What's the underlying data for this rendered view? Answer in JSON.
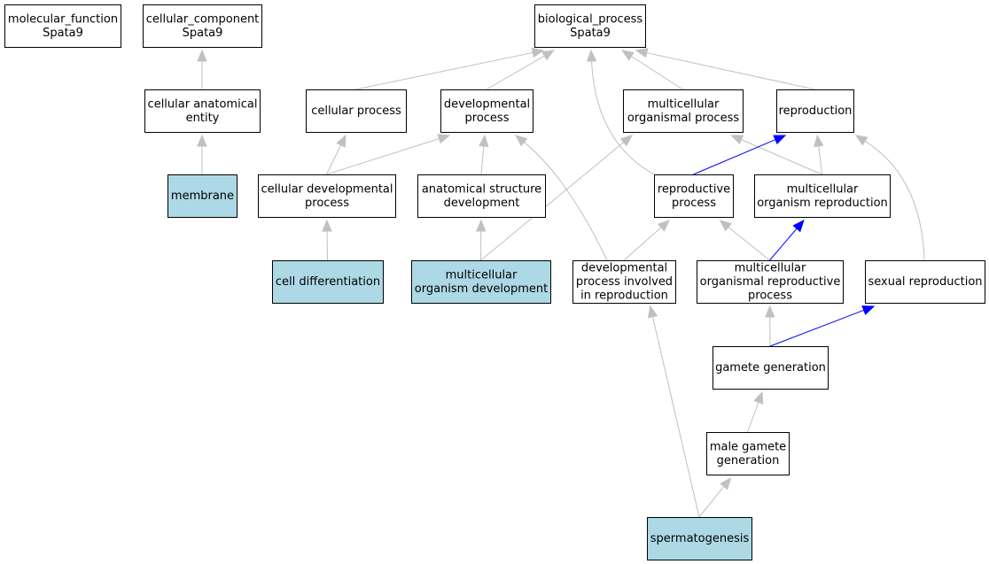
{
  "colors": {
    "default_fill": "#ffffff",
    "highlight_fill": "#add8e6",
    "edge_gray": "#c0c0c0",
    "edge_blue": "#0000ff"
  },
  "nodes": [
    {
      "id": "n_molecular_function",
      "lines": [
        "molecular_function",
        "Spata9"
      ],
      "highlight": false
    },
    {
      "id": "n_cellular_component",
      "lines": [
        "cellular_component",
        "Spata9"
      ],
      "highlight": false
    },
    {
      "id": "n_biological_process",
      "lines": [
        "biological_process",
        "Spata9"
      ],
      "highlight": false
    },
    {
      "id": "n_cellular_anatomical_entity",
      "lines": [
        "cellular anatomical",
        "entity"
      ],
      "highlight": false
    },
    {
      "id": "n_cellular_process",
      "lines": [
        "cellular process"
      ],
      "highlight": false
    },
    {
      "id": "n_developmental_process",
      "lines": [
        "developmental",
        "process"
      ],
      "highlight": false
    },
    {
      "id": "n_multicellular_organismal_process",
      "lines": [
        "multicellular",
        "organismal process"
      ],
      "highlight": false
    },
    {
      "id": "n_reproduction",
      "lines": [
        "reproduction"
      ],
      "highlight": false
    },
    {
      "id": "n_membrane",
      "lines": [
        "membrane"
      ],
      "highlight": true
    },
    {
      "id": "n_cellular_developmental_process",
      "lines": [
        "cellular developmental",
        "process"
      ],
      "highlight": false
    },
    {
      "id": "n_anatomical_structure_development",
      "lines": [
        "anatomical structure",
        "development"
      ],
      "highlight": false
    },
    {
      "id": "n_reproductive_process",
      "lines": [
        "reproductive",
        "process"
      ],
      "highlight": false
    },
    {
      "id": "n_multicellular_organism_reproduction",
      "lines": [
        "multicellular",
        "organism reproduction"
      ],
      "highlight": false
    },
    {
      "id": "n_cell_differentiation",
      "lines": [
        "cell differentiation"
      ],
      "highlight": true
    },
    {
      "id": "n_multicellular_organism_development",
      "lines": [
        "multicellular",
        "organism development"
      ],
      "highlight": true
    },
    {
      "id": "n_developmental_process_in_reproduction",
      "lines": [
        "developmental",
        "process involved",
        "in reproduction"
      ],
      "highlight": false
    },
    {
      "id": "n_multicellular_organismal_reproductive_process",
      "lines": [
        "multicellular",
        "organismal reproductive",
        "process"
      ],
      "highlight": false
    },
    {
      "id": "n_sexual_reproduction",
      "lines": [
        "sexual reproduction"
      ],
      "highlight": false
    },
    {
      "id": "n_gamete_generation",
      "lines": [
        "gamete generation"
      ],
      "highlight": false
    },
    {
      "id": "n_male_gamete_generation",
      "lines": [
        "male gamete",
        "generation"
      ],
      "highlight": false
    },
    {
      "id": "n_spermatogenesis",
      "lines": [
        "spermatogenesis"
      ],
      "highlight": true
    }
  ],
  "edges": [
    {
      "from": "n_cellular_anatomical_entity",
      "to": "n_cellular_component",
      "color": "gray"
    },
    {
      "from": "n_membrane",
      "to": "n_cellular_anatomical_entity",
      "color": "gray"
    },
    {
      "from": "n_cellular_process",
      "to": "n_biological_process",
      "color": "gray"
    },
    {
      "from": "n_developmental_process",
      "to": "n_biological_process",
      "color": "gray"
    },
    {
      "from": "n_reproductive_process",
      "to": "n_biological_process",
      "color": "gray"
    },
    {
      "from": "n_multicellular_organismal_process",
      "to": "n_biological_process",
      "color": "gray"
    },
    {
      "from": "n_reproduction",
      "to": "n_biological_process",
      "color": "gray"
    },
    {
      "from": "n_cellular_developmental_process",
      "to": "n_cellular_process",
      "color": "gray"
    },
    {
      "from": "n_cellular_developmental_process",
      "to": "n_developmental_process",
      "color": "gray"
    },
    {
      "from": "n_anatomical_structure_development",
      "to": "n_developmental_process",
      "color": "gray"
    },
    {
      "from": "n_developmental_process_in_reproduction",
      "to": "n_developmental_process",
      "color": "gray"
    },
    {
      "from": "n_multicellular_organism_development",
      "to": "n_multicellular_organismal_process",
      "color": "gray"
    },
    {
      "from": "n_multicellular_organism_reproduction",
      "to": "n_multicellular_organismal_process",
      "color": "gray"
    },
    {
      "from": "n_reproductive_process",
      "to": "n_reproduction",
      "color": "blue"
    },
    {
      "from": "n_multicellular_organism_reproduction",
      "to": "n_reproduction",
      "color": "gray"
    },
    {
      "from": "n_sexual_reproduction",
      "to": "n_reproduction",
      "color": "gray"
    },
    {
      "from": "n_cell_differentiation",
      "to": "n_cellular_developmental_process",
      "color": "gray"
    },
    {
      "from": "n_multicellular_organism_development",
      "to": "n_anatomical_structure_development",
      "color": "gray"
    },
    {
      "from": "n_developmental_process_in_reproduction",
      "to": "n_reproductive_process",
      "color": "gray"
    },
    {
      "from": "n_multicellular_organismal_reproductive_process",
      "to": "n_reproductive_process",
      "color": "gray"
    },
    {
      "from": "n_multicellular_organismal_reproductive_process",
      "to": "n_multicellular_organism_reproduction",
      "color": "blue"
    },
    {
      "from": "n_gamete_generation",
      "to": "n_multicellular_organismal_reproductive_process",
      "color": "gray"
    },
    {
      "from": "n_gamete_generation",
      "to": "n_sexual_reproduction",
      "color": "blue"
    },
    {
      "from": "n_male_gamete_generation",
      "to": "n_gamete_generation",
      "color": "gray"
    },
    {
      "from": "n_spermatogenesis",
      "to": "n_male_gamete_generation",
      "color": "gray"
    },
    {
      "from": "n_spermatogenesis",
      "to": "n_developmental_process_in_reproduction",
      "color": "gray"
    }
  ]
}
